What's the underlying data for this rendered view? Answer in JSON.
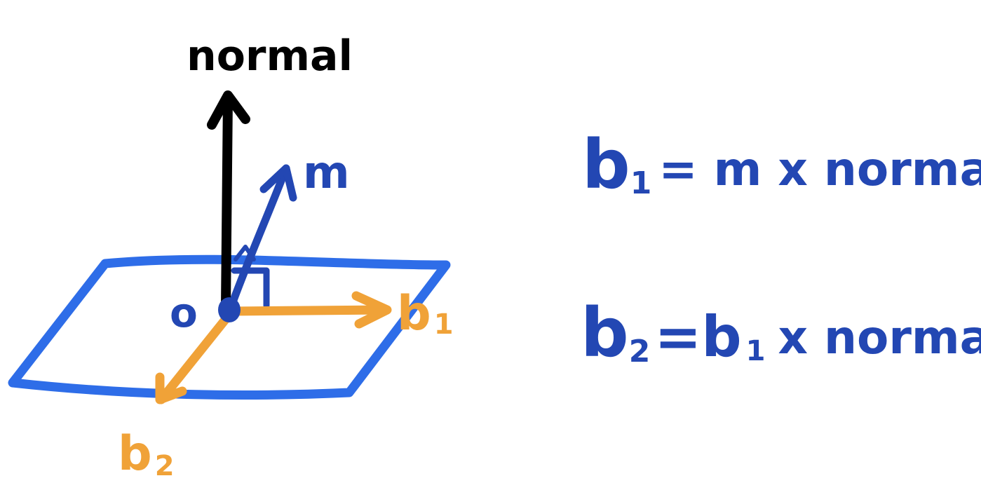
{
  "diagram": {
    "labels": {
      "normal": "normal",
      "m": "m",
      "origin": "o",
      "b1": "b",
      "b1_sub": "1",
      "b2": "b",
      "b2_sub": "2"
    },
    "equations": {
      "eq1": {
        "lhs": "b",
        "lhs_sub": "1",
        "rhs": "= m  x normal"
      },
      "eq2": {
        "lhs": "b",
        "lhs_sub": "2",
        "rhs": "=b",
        "rhs_sub": "1",
        "rhs_tail": "x normal"
      }
    },
    "colors": {
      "plane": "#2e6de8",
      "normal": "#000000",
      "m": "#2347b3",
      "basis": "#f0a238",
      "equations": "#2347b3",
      "origin": "#2347b3",
      "background": "#ffffff"
    }
  }
}
